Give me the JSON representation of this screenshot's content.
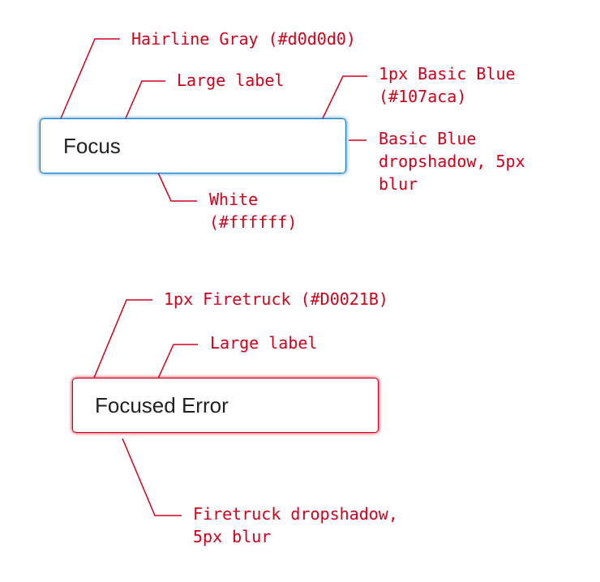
{
  "colors": {
    "annotation": "#D0021B",
    "focus_border": "#107aca",
    "error_border": "#D0021B",
    "field_background": "#ffffff"
  },
  "focus_example": {
    "field_label": "Focus",
    "notes": {
      "hairline": "Hairline Gray (#d0d0d0)",
      "large_label": "Large label",
      "border": "1px Basic Blue\n(#107aca)",
      "shadow": "Basic Blue\ndropshadow, 5px\nblur",
      "background": "White\n(#ffffff)"
    }
  },
  "error_example": {
    "field_label": "Focused Error",
    "notes": {
      "border": "1px Firetruck (#D0021B)",
      "large_label": "Large label",
      "shadow": "Firetruck dropshadow,\n5px blur"
    }
  }
}
